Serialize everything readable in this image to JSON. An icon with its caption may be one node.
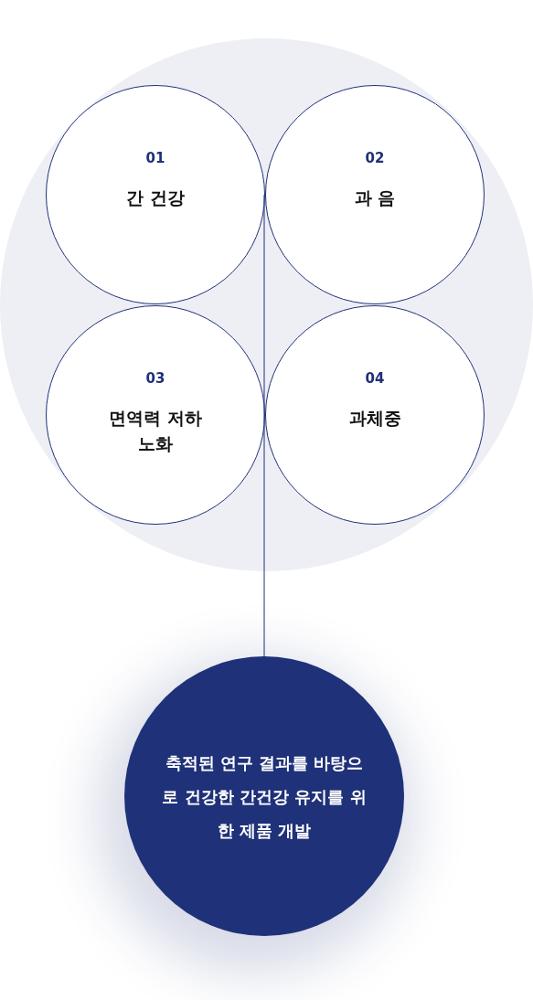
{
  "diagram": {
    "nodes": [
      {
        "text": [],
        "shape": "circle"
      },
      {
        "text": [
          "01",
          "간 건강"
        ],
        "in": 0
      },
      {
        "text": [
          "02",
          "과 음"
        ],
        "in": 0
      },
      {
        "text": [
          "03",
          "면역력 저하 노화"
        ],
        "in": 0
      },
      {
        "text": [
          "04",
          "과체중"
        ],
        "in": 0
      },
      {
        "text": [
          "축적된 연구 결과를 바탕으로 건강한 간건강 유지를 위한 제품 개발"
        ]
      }
    ],
    "edges": [
      {
        "from": 1,
        "to": 5,
        "arrow": "none"
      }
    ]
  }
}
